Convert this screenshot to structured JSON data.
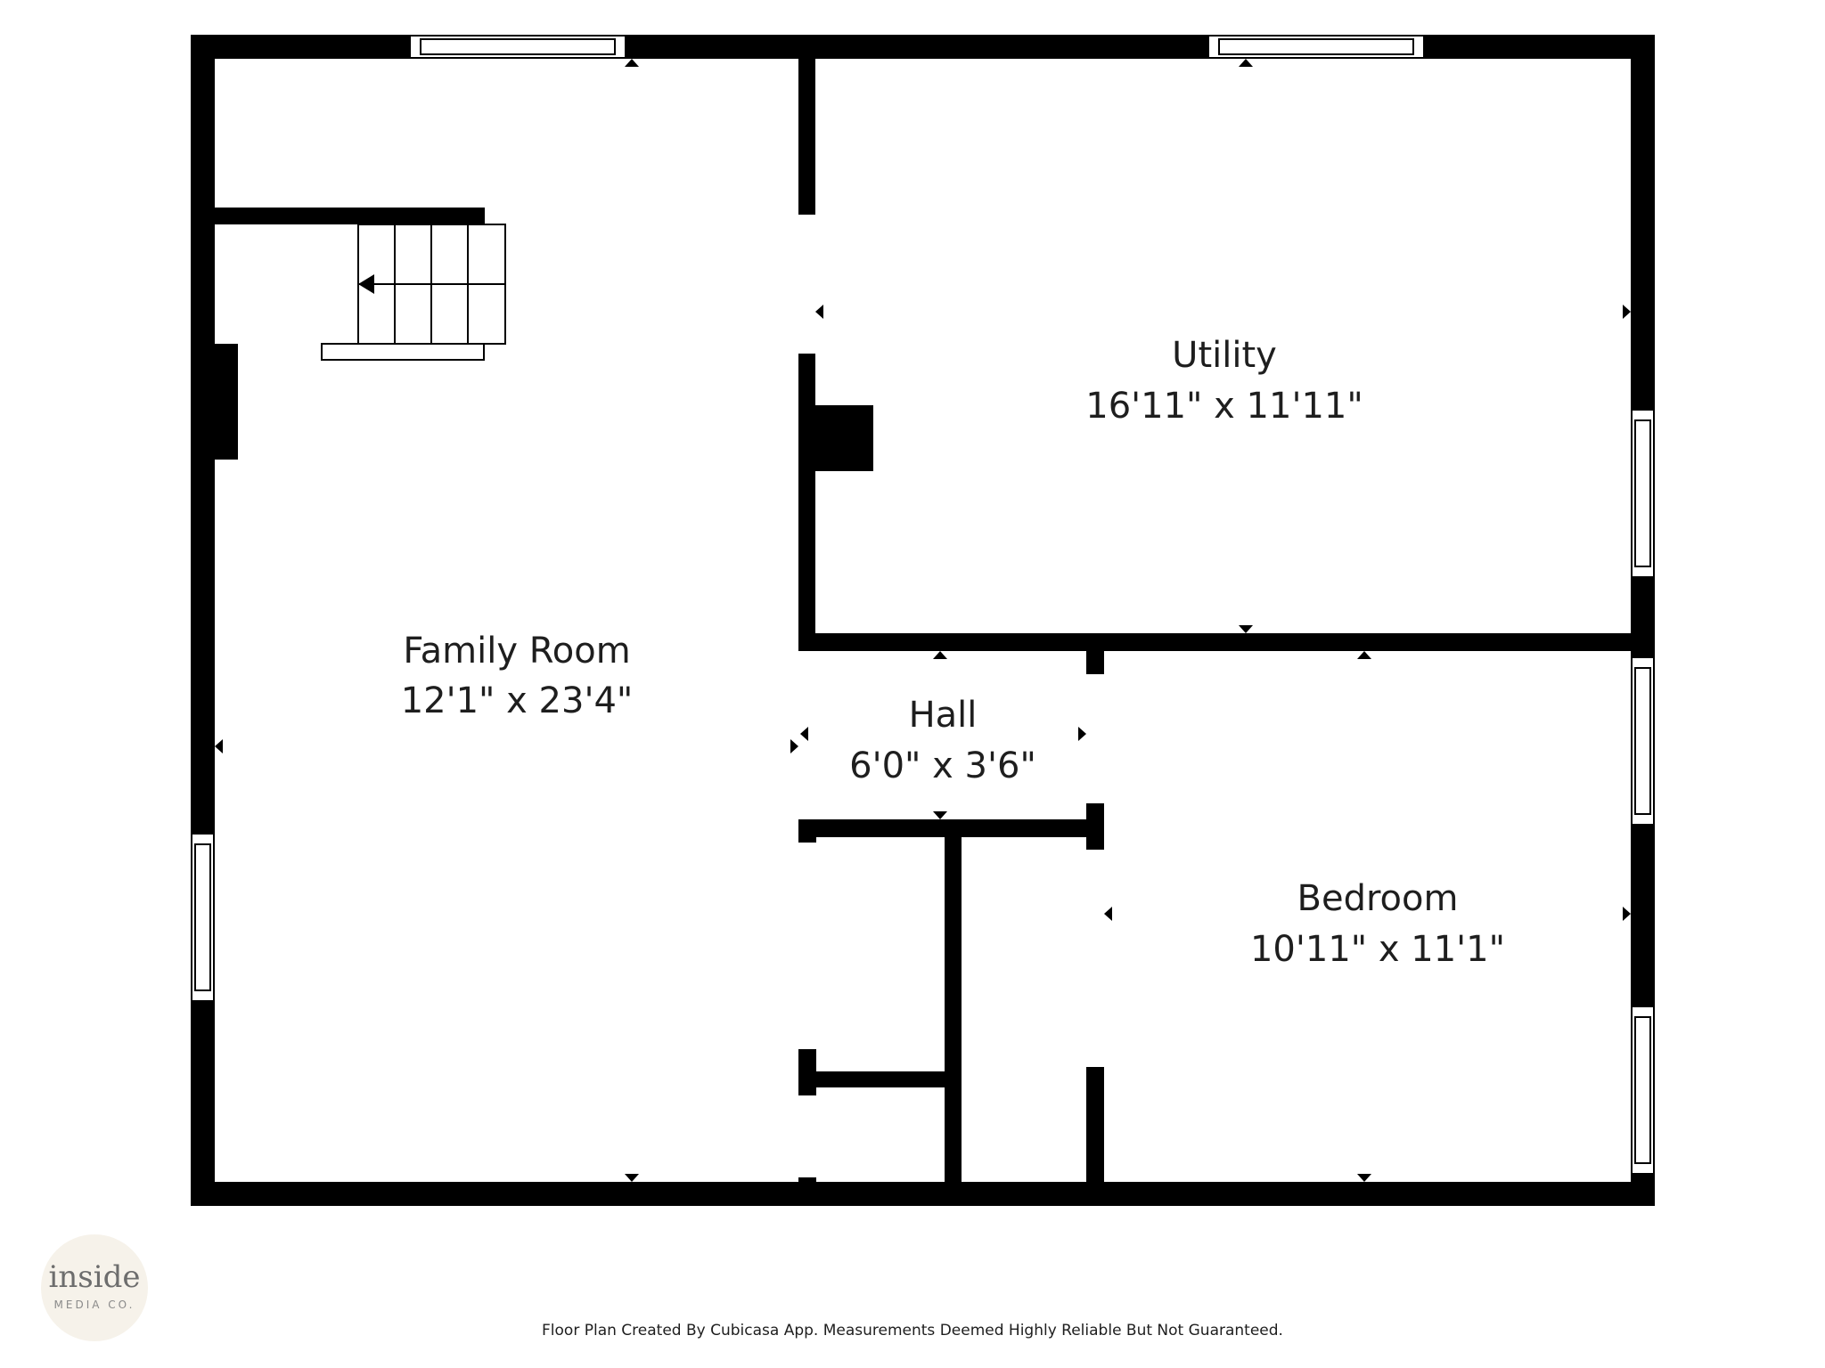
{
  "rooms": {
    "family_room": {
      "name": "Family Room",
      "dims": "12'1\" x 23'4\""
    },
    "utility": {
      "name": "Utility",
      "dims": "16'11\" x 11'11\""
    },
    "hall": {
      "name": "Hall",
      "dims": "6'0\" x 3'6\""
    },
    "bedroom": {
      "name": "Bedroom",
      "dims": "10'11\" x 11'1\""
    }
  },
  "footer": {
    "disclaimer": "Floor Plan Created By Cubicasa App. Measurements Deemed Highly Reliable But Not Guaranteed."
  },
  "logo": {
    "main": "inside",
    "sub": "MEDIA CO."
  },
  "colors": {
    "wall": "#000000",
    "background": "#ffffff",
    "text": "#1e1e1e",
    "logo_bg": "#f6f2ea"
  }
}
